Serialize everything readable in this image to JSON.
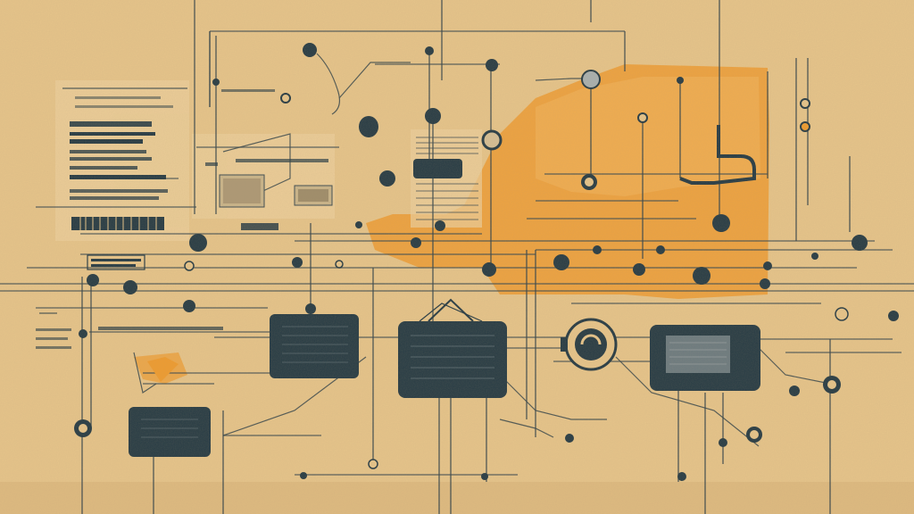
{
  "artwork": {
    "style": "retro-circuit-illustration",
    "palette": {
      "paper": "#e6c48a",
      "paper_light": "#ecd09c",
      "accent_orange": "#ee9b2f",
      "accent_orange_light": "#f2b25a",
      "ink": "#253a44",
      "screen": "#6b7a80",
      "chip_face": "#8a9498"
    },
    "components": [
      {
        "type": "module",
        "icon": "module-block-icon"
      },
      {
        "type": "module",
        "icon": "module-block-icon"
      },
      {
        "type": "module",
        "icon": "module-block-icon"
      },
      {
        "type": "screen-module",
        "icon": "display-module-icon"
      },
      {
        "type": "dial",
        "icon": "dial-icon"
      },
      {
        "type": "label-panel",
        "icon": "label-panel-icon"
      },
      {
        "type": "barcode",
        "icon": "barcode-icon"
      }
    ]
  }
}
